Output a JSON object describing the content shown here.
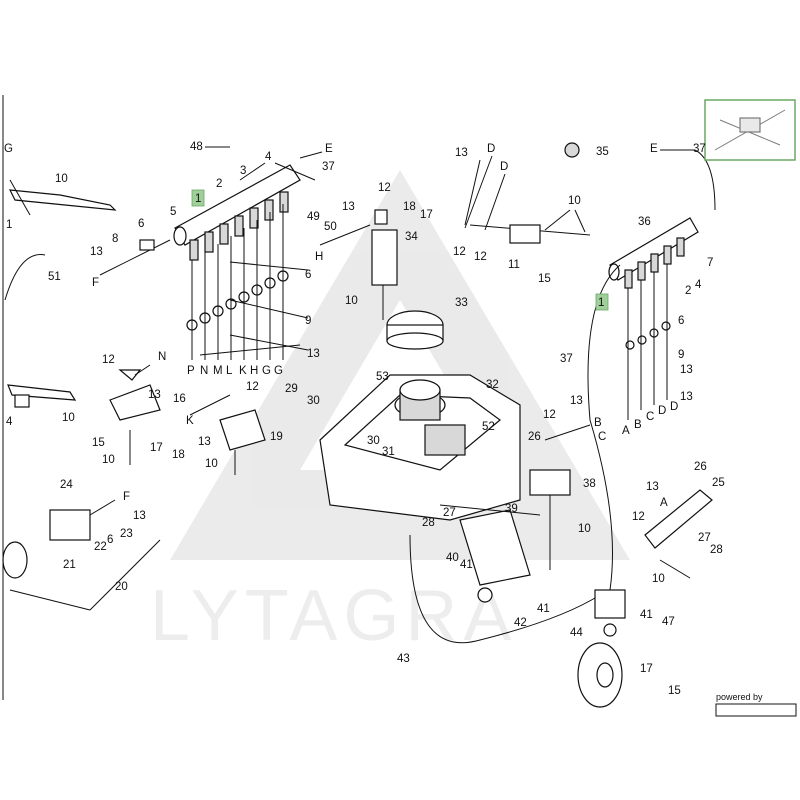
{
  "watermark": {
    "text": "LYTAGRA"
  },
  "powered_by": {
    "text": "powered by"
  },
  "accent_color": "#9fd09a",
  "callouts": {
    "c48": "48",
    "c4a": "4",
    "cEa": "E",
    "c37a": "37",
    "c3a": "3",
    "c2a": "2",
    "c1a": "1",
    "c5": "5",
    "c6a": "6",
    "c49": "49",
    "c50": "50",
    "c8": "8",
    "c13a": "13",
    "cFa": "F",
    "c6b": "6",
    "c9a": "9",
    "c13b": "13",
    "cP": "P",
    "cN": "N",
    "cM": "M",
    "cL": "L",
    "cK": "K",
    "cH": "H",
    "cG1": "G",
    "cG2": "G",
    "c10a": "10",
    "c51": "51",
    "c1b": "1",
    "cGl": "G",
    "c12a": "12",
    "c13c": "13",
    "cHb": "H",
    "c34": "34",
    "c10b": "10",
    "c18a": "18",
    "c17a": "17",
    "c13d": "13",
    "cDa": "D",
    "cDb": "D",
    "c12b": "12",
    "c12c": "12",
    "c11": "11",
    "c10c": "10",
    "c15a": "15",
    "c35": "35",
    "cEb": "E",
    "c37b": "37",
    "c36": "36",
    "c7": "7",
    "c2b": "2",
    "c4b": "4",
    "c1c": "1",
    "c6c": "6",
    "c9b": "9",
    "c13e": "13",
    "c37c": "37",
    "c13f": "13",
    "cA": "A",
    "cB": "B",
    "cC": "C",
    "cD1": "D",
    "cD2": "D",
    "c33": "33",
    "c53": "53",
    "c32": "32",
    "c52": "52",
    "c30a": "30",
    "c31": "31",
    "c29": "29",
    "c30b": "30",
    "c12d": "12",
    "cNb": "N",
    "c13g": "13",
    "c16": "16",
    "cKb": "K",
    "c12e": "12",
    "c19": "19",
    "c13h": "13",
    "c10d": "10",
    "c10e": "10",
    "c15b": "15",
    "c17b": "17",
    "c18b": "18",
    "c4c": "4",
    "c10f": "10",
    "c24": "24",
    "cFb": "F",
    "c13i": "13",
    "c23": "23",
    "c6d": "6",
    "c22": "22",
    "c21": "21",
    "c20": "20",
    "c12f": "12",
    "c13j": "13",
    "cBb": "B",
    "cCb": "C",
    "c26a": "26",
    "c38": "38",
    "c10g": "10",
    "c39": "39",
    "c27a": "27",
    "c28a": "28",
    "c40": "40",
    "c41a": "41",
    "c41b": "41",
    "c42": "42",
    "c43": "43",
    "c44": "44",
    "c41c": "41",
    "c47": "47",
    "c13k": "13",
    "c26b": "26",
    "c25": "25",
    "cAb": "A",
    "c12g": "12",
    "c27b": "27",
    "c28b": "28",
    "c10h": "10",
    "c17c": "17",
    "c15c": "15"
  }
}
